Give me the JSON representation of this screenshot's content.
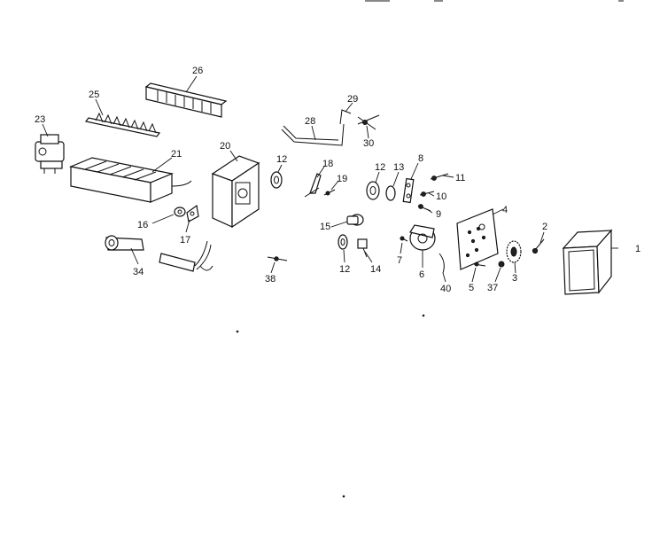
{
  "parts": [
    {
      "id": "p1",
      "label": "1"
    },
    {
      "id": "p2",
      "label": "2"
    },
    {
      "id": "p3",
      "label": "3"
    },
    {
      "id": "p4",
      "label": "4"
    },
    {
      "id": "p5",
      "label": "5"
    },
    {
      "id": "p6",
      "label": "6"
    },
    {
      "id": "p7",
      "label": "7"
    },
    {
      "id": "p8",
      "label": "8"
    },
    {
      "id": "p9",
      "label": "9"
    },
    {
      "id": "p10",
      "label": "10"
    },
    {
      "id": "p11",
      "label": "11"
    },
    {
      "id": "p12a",
      "label": "12"
    },
    {
      "id": "p12b",
      "label": "12"
    },
    {
      "id": "p12c",
      "label": "12"
    },
    {
      "id": "p13",
      "label": "13"
    },
    {
      "id": "p14",
      "label": "14"
    },
    {
      "id": "p15",
      "label": "15"
    },
    {
      "id": "p16",
      "label": "16"
    },
    {
      "id": "p17",
      "label": "17"
    },
    {
      "id": "p18",
      "label": "18"
    },
    {
      "id": "p19",
      "label": "19"
    },
    {
      "id": "p20",
      "label": "20"
    },
    {
      "id": "p21",
      "label": "21"
    },
    {
      "id": "p23",
      "label": "23"
    },
    {
      "id": "p25",
      "label": "25"
    },
    {
      "id": "p26",
      "label": "26"
    },
    {
      "id": "p28",
      "label": "28"
    },
    {
      "id": "p29",
      "label": "29"
    },
    {
      "id": "p30",
      "label": "30"
    },
    {
      "id": "p34",
      "label": "34"
    },
    {
      "id": "p37",
      "label": "37"
    },
    {
      "id": "p38",
      "label": "38"
    },
    {
      "id": "p40",
      "label": "40"
    }
  ]
}
